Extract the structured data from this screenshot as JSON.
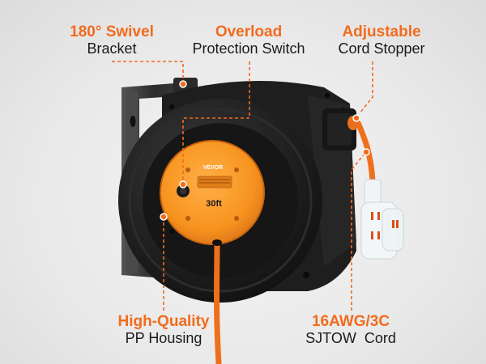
{
  "callouts": {
    "swivel": {
      "highlight": "180° Swivel",
      "detail": "Bracket"
    },
    "overload": {
      "highlight": "Overload",
      "detail": "Protection Switch"
    },
    "stopper": {
      "highlight": "Adjustable",
      "detail": "Cord Stopper"
    },
    "housing": {
      "highlight": "High-Quality",
      "detail": "PP Housing"
    },
    "cord": {
      "highlight": "16AWG/3C",
      "detail": "SJTOW  Cord"
    }
  },
  "product": {
    "brand": "VEVOR",
    "length": "30ft"
  },
  "colors": {
    "accent": "#f26b1d",
    "housing": "#1b1b1b",
    "hub": "#f7931e"
  }
}
